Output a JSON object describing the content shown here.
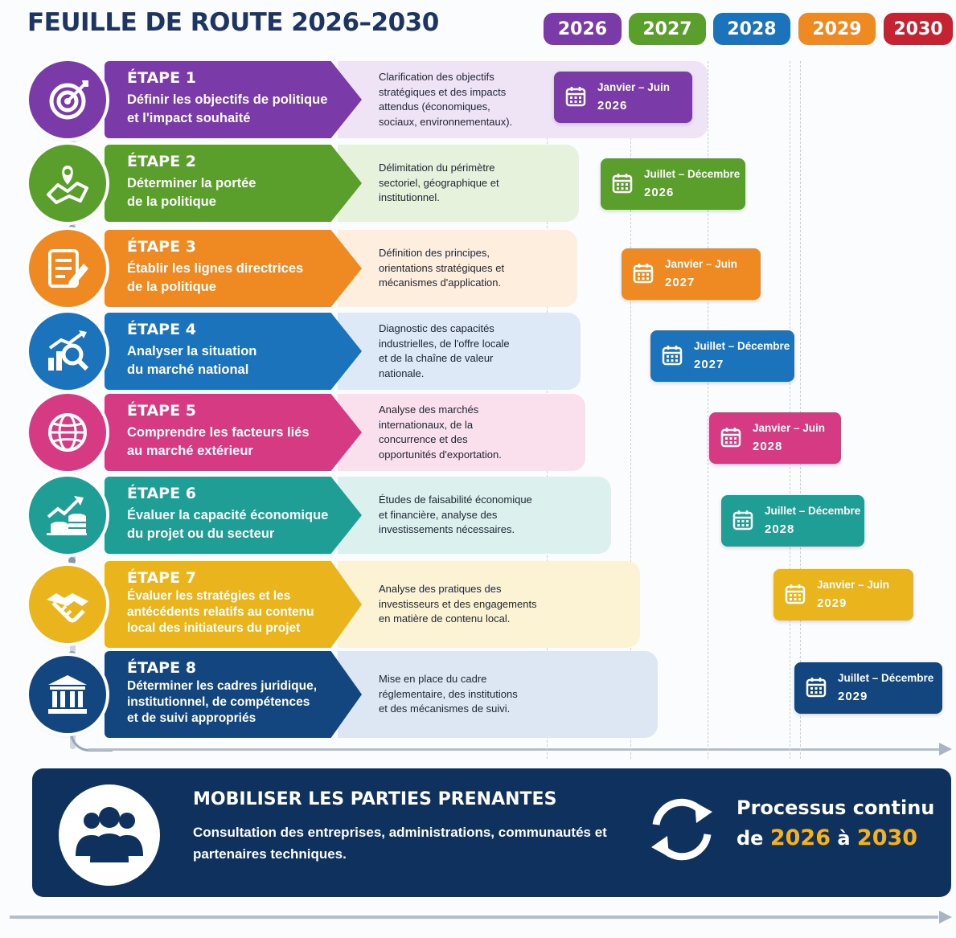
{
  "title": "FEUILLE DE ROUTE 2026–2030",
  "years": [
    {
      "label": "2026",
      "color": "#7a3aa8"
    },
    {
      "label": "2027",
      "color": "#5a9e2c"
    },
    {
      "label": "2028",
      "color": "#1b73bb"
    },
    {
      "label": "2029",
      "color": "#ef8a22"
    },
    {
      "label": "2030",
      "color": "#c62332"
    }
  ],
  "steps": [
    {
      "label": "ÉTAPE 1",
      "title": "Définir les objectifs de politique\net l'impact souhaité",
      "description": "Clarification des objectifs\nstratégiques et des impacts\nattendus (économiques,\nsociaux, environnementaux).",
      "period": "Janvier – Juin",
      "period_year": "2026",
      "icon": "target-icon",
      "color": "#7a3aa8",
      "light": "#efe3f6"
    },
    {
      "label": "ÉTAPE 2",
      "title": "Déterminer la portée\nde la politique",
      "description": "Délimitation du périmètre\nsectoriel, géographique et\ninstitutionnel.",
      "period": "Juillet – Décembre",
      "period_year": "2026",
      "icon": "map-pin-icon",
      "color": "#5a9e2c",
      "light": "#e7f2dc"
    },
    {
      "label": "ÉTAPE 3",
      "title": "Établir les lignes directrices\nde la politique",
      "description": "Définition des principes,\norientations stratégiques et\nmécanismes d'application.",
      "period": "Janvier – Juin",
      "period_year": "2027",
      "icon": "document-pen-icon",
      "color": "#ef8a22",
      "light": "#fdeedd"
    },
    {
      "label": "ÉTAPE 4",
      "title": "Analyser la situation\ndu marché national",
      "description": "Diagnostic des capacités\nindustrielles, de l'offre locale\net de la chaîne de valeur\nnationale.",
      "period": "Juillet – Décembre",
      "period_year": "2027",
      "icon": "chart-magnifier-icon",
      "color": "#1b73bb",
      "light": "#dde9f6"
    },
    {
      "label": "ÉTAPE 5",
      "title": "Comprendre les facteurs liés\nau marché extérieur",
      "description": "Analyse des marchés\ninternationaux, de la\nconcurrence et des\nopportunités d'exportation.",
      "period": "Janvier – Juin",
      "period_year": "2028",
      "icon": "globe-icon",
      "color": "#d53a82",
      "light": "#f9e0ec"
    },
    {
      "label": "ÉTAPE 6",
      "title": "Évaluer la capacité économique\ndu projet ou du secteur",
      "description": "Études de faisabilité économique\net financière, analyse des\ninvestissements nécessaires.",
      "period": "Juillet – Décembre",
      "period_year": "2028",
      "icon": "growth-coins-icon",
      "color": "#1e9e94",
      "light": "#dcf1ee"
    },
    {
      "label": "ÉTAPE 7",
      "title": "Évaluer les stratégies et les\nantécédents relatifs au contenu\nlocal des initiateurs du projet",
      "description": "Analyse des pratiques des\ninvestisseurs et des engagements\nen matière de contenu local.",
      "period": "Janvier – Juin",
      "period_year": "2029",
      "icon": "handshake-icon",
      "color": "#e9b41c",
      "light": "#fcf2d4"
    },
    {
      "label": "ÉTAPE 8",
      "title": "Déterminer les cadres juridique,\ninstitutionnel, de compétences\net de suivi appropriés",
      "description": "Mise en place du cadre\nréglementaire, des institutions\net des mécanismes de suivi.",
      "period": "Juillet – Décembre",
      "period_year": "2029",
      "icon": "institution-icon",
      "color": "#13467e",
      "light": "#dde7f3"
    }
  ],
  "stakeholders": {
    "title": "MOBILISER LES PARTIES PRENANTES",
    "description": "Consultation des entreprises, administrations, communautés et partenaires techniques.",
    "continuous_line1": "Processus continu",
    "continuous_prefix": "de",
    "continuous_from": "2026",
    "continuous_mid": "à",
    "continuous_to": "2030",
    "people_icon": "people-group-icon",
    "cycle_icon": "sync-arrows-icon"
  }
}
